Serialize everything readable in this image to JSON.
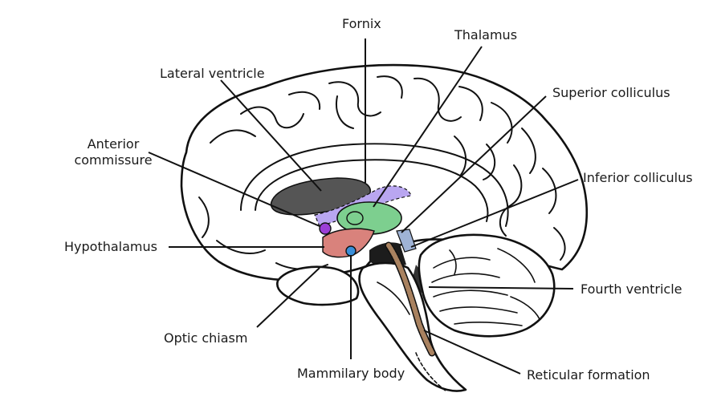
{
  "labels": {
    "fornix": "Fornix",
    "thalamus": "Thalamus",
    "lateral_ventricle": "Lateral ventricle",
    "superior_colliculus": "Superior colliculus",
    "anterior_commissure": "Anterior\ncommissure",
    "inferior_colliculus": "Inferior colliculus",
    "hypothalamus": "Hypothalamus",
    "fourth_ventricle": "Fourth ventricle",
    "optic_chiasm": "Optic chiasm",
    "mammillary_body": "Mammilary body",
    "reticular_formation": "Reticular formation"
  },
  "colors": {
    "ventricle": "#555555",
    "fornix": "#b9a6f0",
    "thalamus": "#7dcf8f",
    "hypothalamus": "#d9827c",
    "anterior_commissure": "#9b3fd6",
    "mammillary_body": "#3a8fd9",
    "colliculi": "#9fb3d6",
    "reticular_formation": "#a98260"
  }
}
